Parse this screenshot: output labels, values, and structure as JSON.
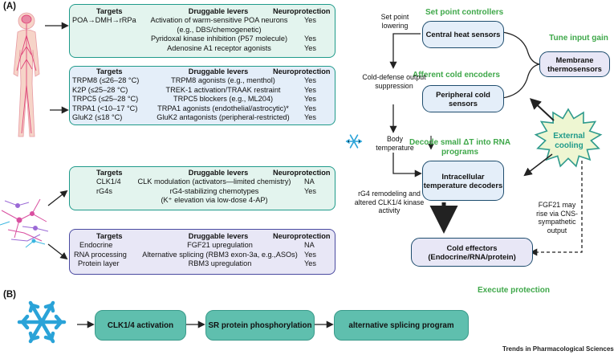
{
  "panel_a_label": "(A)",
  "panel_b_label": "(B)",
  "footer": "Trends in Pharmacological Sciences",
  "tables": {
    "t1": {
      "headers": [
        "Targets",
        "Druggable levers",
        "Neuroprotection"
      ],
      "rows": [
        {
          "target": "POA→DMH→rRPa",
          "lever": "Activation of warm-sensitive POA neurons",
          "np": "Yes"
        },
        {
          "target": "",
          "lever": "(e.g., DBS/chemogenetic)",
          "np": ""
        },
        {
          "target": "",
          "lever": "Pyridoxal kinase inhibition (P57 molecule)",
          "np": "Yes"
        },
        {
          "target": "",
          "lever": "Adenosine A1 receptor agonists",
          "np": "Yes"
        }
      ]
    },
    "t2": {
      "headers": [
        "Targets",
        "Druggable levers",
        "Neuroprotection"
      ],
      "rows": [
        {
          "target": "TRPM8 (≤26–28 °C)",
          "lever": "TRPM8 agonists (e.g., menthol)",
          "np": "Yes"
        },
        {
          "target": "K2P (≤25–28 °C)",
          "lever": "TREK-1 activation/TRAAK restraint",
          "np": "Yes"
        },
        {
          "target": "TRPC5 (≤25–28 °C)",
          "lever": "TRPC5 blockers (e.g., ML204)",
          "np": "Yes"
        },
        {
          "target": "TRPA1 (<10–17 °C)",
          "lever": "TRPA1 agonists (endothelial/astrocytic)*",
          "np": "Yes"
        },
        {
          "target": "GluK2 (≤18 °C)",
          "lever": "GluK2 antagonists (peripheral-restricted)",
          "np": "Yes"
        }
      ]
    },
    "t3": {
      "headers": [
        "Targets",
        "Druggable levers",
        "Neuroprotection"
      ],
      "rows": [
        {
          "target": "CLK1/4",
          "lever": "CLK modulation (activators—limited chemistry)",
          "np": "NA"
        },
        {
          "target": "rG4s",
          "lever": "rG4-stabilizing chemotypes",
          "np": "Yes"
        },
        {
          "target": "",
          "lever": "(K⁺ elevation via low-dose 4-AP)",
          "np": ""
        }
      ]
    },
    "t4": {
      "headers": [
        "Targets",
        "Druggable levers",
        "Neuroprotection"
      ],
      "rows": [
        {
          "target": "Endocrine",
          "lever": "FGF21 upregulation",
          "np": "NA"
        },
        {
          "target": "RNA processing",
          "lever": "Alternative splicing (RBM3 exon-3a, e.g.,ASOs)",
          "np": "Yes"
        },
        {
          "target": "Protein layer",
          "lever": "RBM3 upregulation",
          "np": "Yes"
        }
      ]
    }
  },
  "nodes": {
    "central": "Central heat sensors",
    "peripheral": "Peripheral cold sensors",
    "membrane": "Membrane thermosensors",
    "intracellular": "Intracellular temperature decoders",
    "effectors": "Cold effectors (Endocrine/RNA/protein)",
    "external": "External cooling"
  },
  "green_labels": {
    "setpoint": "Set point controllers",
    "tune": "Tune input gain",
    "afferent": "Afferent cold encoders",
    "decode": "Decode small ΔT into RNA programs",
    "execute": "Execute protection"
  },
  "small_labels": {
    "setpoint_lowering": "Set point lowering",
    "cold_defense": "Cold-defense output suppression",
    "body_temp": "Body temperature",
    "rg4": "rG4 remodeling and altered CLK1/4 kinase activity",
    "fgf21": "FGF21 may rise via CNS-sympathetic output"
  },
  "pathway": [
    "CLK1/4 activation",
    "SR protein phosphorylation",
    "alternative splicing program"
  ],
  "colors": {
    "teal": "#1f9a8a",
    "green_text": "#3fa84a",
    "pill": "#5fbfae",
    "node_border": "#1e4d6e",
    "snowflake": "#2aa3d8",
    "burst_fill": "#eef6d2",
    "burst_stroke": "#2e9a8c"
  }
}
